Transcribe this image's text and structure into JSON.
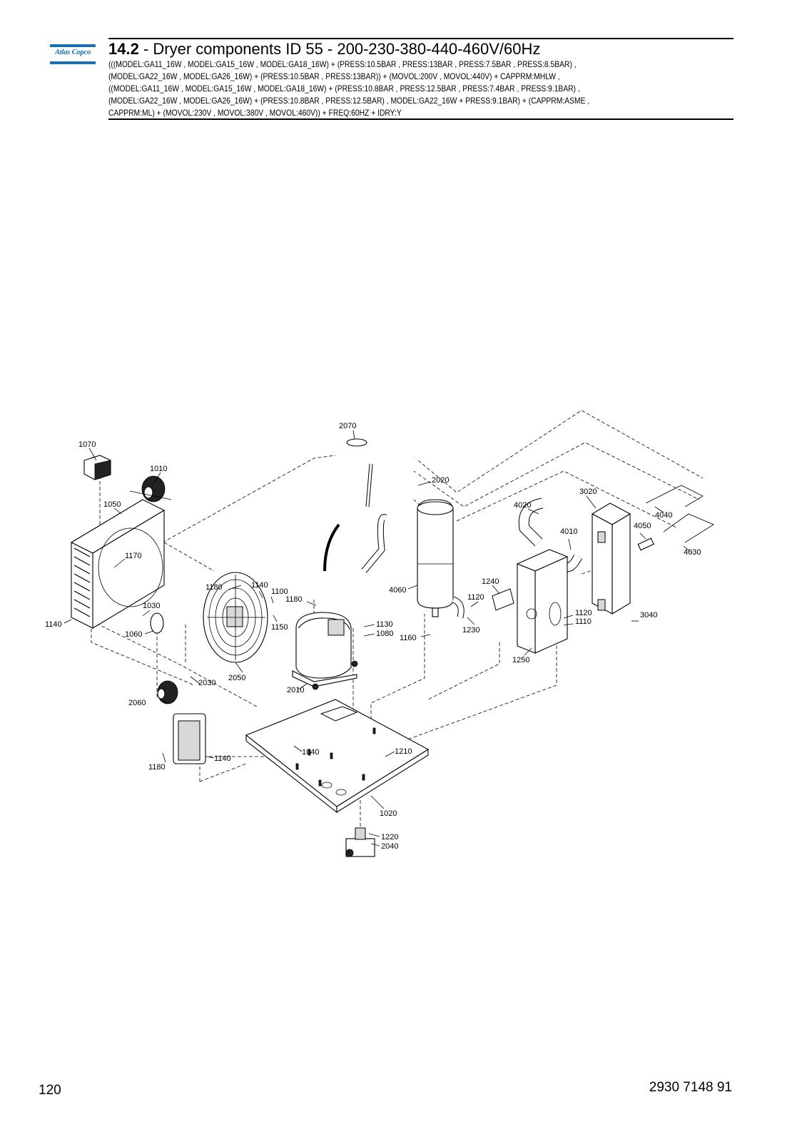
{
  "brand": {
    "logo_text": "Atlas Copco",
    "color": "#1a6fb3"
  },
  "header": {
    "section_number": "14.2",
    "title": " - Dryer components ID 55 - 200-230-380-440-460V/60Hz",
    "conditions": [
      "(((MODEL:GA11_16W , MODEL:GA15_16W , MODEL:GA18_16W) + (PRESS:10.5BAR , PRESS:13BAR , PRESS:7.5BAR , PRESS:8.5BAR) ,",
      "(MODEL:GA22_16W , MODEL:GA26_16W) + (PRESS:10.5BAR , PRESS:13BAR)) + (MOVOL:200V , MOVOL:440V) + CAPPRM:MHLW ,",
      "((MODEL:GA11_16W , MODEL:GA15_16W , MODEL:GA18_16W) + (PRESS:10.8BAR , PRESS:12.5BAR , PRESS:7.4BAR , PRESS:9.1BAR) ,",
      "(MODEL:GA22_16W , MODEL:GA26_16W) + (PRESS:10.8BAR , PRESS:12.5BAR) , MODEL:GA22_16W + PRESS:9.1BAR) + (CAPPRM:ASME ,",
      "CAPPRM:ML) + (MOVOL:230V , MOVOL:380V , MOVOL:460V)) + FREQ:60HZ + IDRY:Y"
    ]
  },
  "diagram": {
    "part_labels": {
      "p1070": "1070",
      "p1010": "1010",
      "p1050": "1050",
      "p1170": "1170",
      "p1030": "1030",
      "p1140a": "1140",
      "p1060": "1060",
      "p2070": "2070",
      "p2020": "2020",
      "p1180a": "1180",
      "p1140b": "1140",
      "p1100": "1100",
      "p1180b": "1180",
      "p1150": "1150",
      "p1130": "1130",
      "p1080": "1080",
      "p1160": "1160",
      "p4020": "4020",
      "p3020": "3020",
      "p4040": "4040",
      "p4050": "4050",
      "p4010": "4010",
      "p4030": "4030",
      "p4060": "4060",
      "p1240": "1240",
      "p1120a": "1120",
      "p1230": "1230",
      "p1120b": "1120",
      "p1110": "1110",
      "p3040": "3040",
      "p1250": "1250",
      "p2050": "2050",
      "p2030": "2030",
      "p2010": "2010",
      "p2060": "2060",
      "p1180c": "1180",
      "p1140c": "1140",
      "p1040": "1040",
      "p1210": "1210",
      "p1020": "1020",
      "p1220": "1220",
      "p2040": "2040"
    }
  },
  "footer": {
    "page_number": "120",
    "document_number": "2930 7148 91"
  }
}
